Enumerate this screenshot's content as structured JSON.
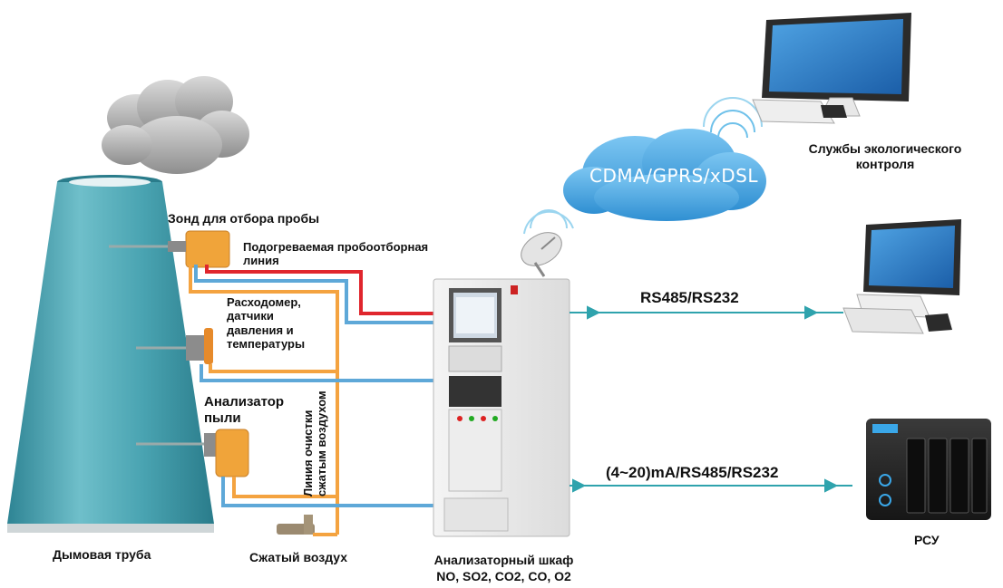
{
  "labels": {
    "stack": "Дымовая труба",
    "probe": "Зонд для отбора пробы",
    "heated_line": "Подогреваемая пробоотборная\nлиния",
    "flowmeter": "Расходомер,\nдатчики\nдавления и\nтемпературы",
    "dust_analyzer": "Анализатор\nпыли",
    "cleaning_line": "Линия очистки\nсжатым воздухом",
    "compressed_air": "Сжатый воздух",
    "cabinet_title": "Анализаторный шкаф",
    "cabinet_gases": "NO, SO2, CO2, CO, O2",
    "env_services": "Службы экологического\nконтроля",
    "dcs": "РСУ"
  },
  "links": {
    "network": "CDMA/GPRS/xDSL",
    "rs_top": "RS485/RS232",
    "rs_bottom": "(4~20)mA/RS485/RS232"
  },
  "colors": {
    "stack_teal": "#3f97a6",
    "heated_red": "#e0262d",
    "air_orange": "#f4a340",
    "signal_blue": "#5ea8d8",
    "arrow_teal": "#2fa3ad",
    "cloud_blue": "#4aa7e0"
  }
}
